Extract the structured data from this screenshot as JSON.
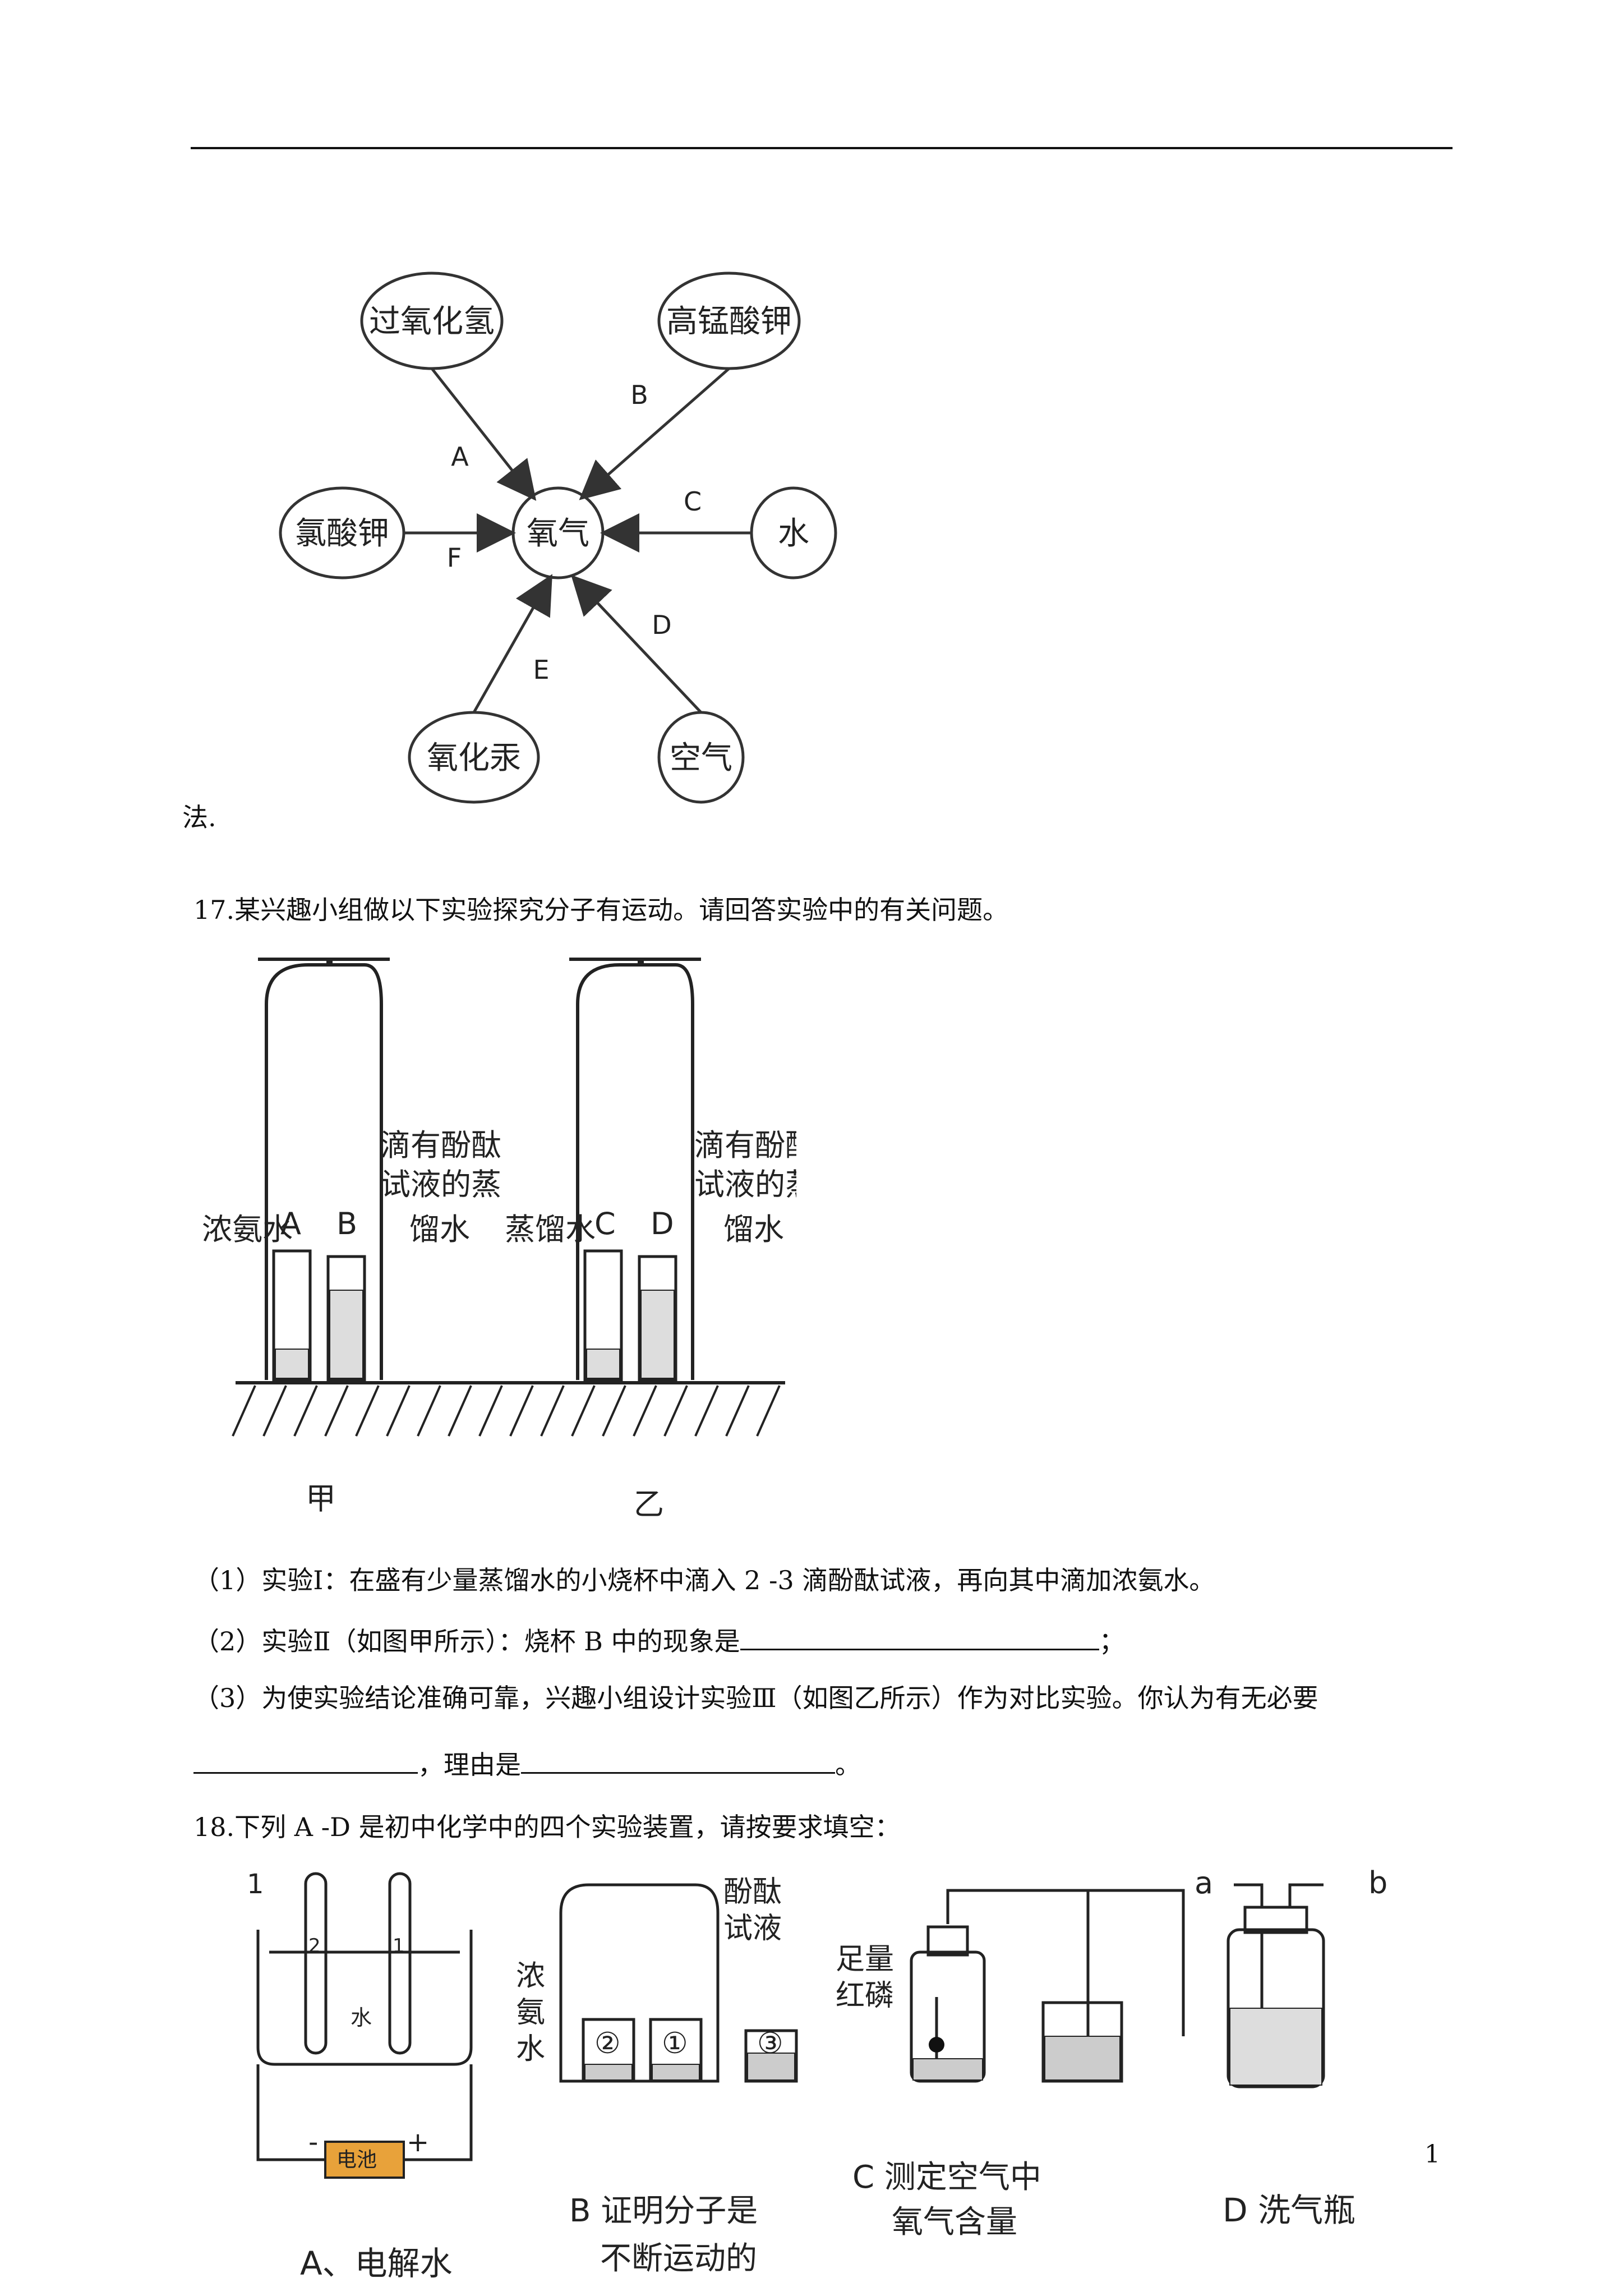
{
  "figure1": {
    "center": "氧气",
    "nodes": [
      "过氧化氢",
      "高锰酸钾",
      "氯酸钾",
      "水",
      "氧化汞",
      "空气"
    ],
    "edge_labels": [
      "A",
      "B",
      "C",
      "D",
      "E",
      "F"
    ]
  },
  "fragment": "法.",
  "q17": {
    "stem": "17.某兴趣小组做以下实验探究分子有运动。请回答实验中的有关问题。",
    "figure": {
      "left_label": "浓氨水",
      "right_label_lines": [
        "滴有酚酞",
        "试液的蒸",
        "馏水"
      ],
      "beaker_labels": [
        "A",
        "B",
        "C",
        "D"
      ],
      "mid_label": "蒸馏水",
      "caption_left": "甲",
      "caption_right": "乙"
    },
    "p1": "（1）实验Ⅰ：在盛有少量蒸馏水的小烧杯中滴入 2 -3 滴酚酞试液，再向其中滴加浓氨水。",
    "p2_prefix": "（2）实验Ⅱ（如图甲所示）：烧杯 B 中的现象是",
    "p2_suffix": "；",
    "p3": "（3）为使实验结论准确可靠，兴趣小组设计实验Ⅲ（如图乙所示）作为对比实验。你认为有无必要",
    "p4_mid": "，理由是",
    "p4_end": "。"
  },
  "q18": {
    "stem": "18.下列 A -D 是初中化学中的四个实验装置，请按要求填空：",
    "figA": {
      "corner": "1",
      "tubes": [
        "2",
        "1"
      ],
      "water": "水",
      "battery": "电池",
      "minus": "-",
      "plus": "+",
      "caption": "A、电解水"
    },
    "figB": {
      "left_lines": [
        "浓",
        "氨",
        "水"
      ],
      "right_lines": [
        "酚酞",
        "试液"
      ],
      "circles": [
        "②",
        "①",
        "③"
      ],
      "caption_lines": [
        "B  证明分子是",
        "不断运动的"
      ]
    },
    "figC": {
      "left_lines": [
        "足量",
        "红磷"
      ],
      "caption_lines": [
        "C 测定空气中",
        "氧气含量"
      ]
    },
    "figD": {
      "a": "a",
      "b": "b",
      "caption": "D 洗气瓶"
    }
  },
  "page_number": "1"
}
